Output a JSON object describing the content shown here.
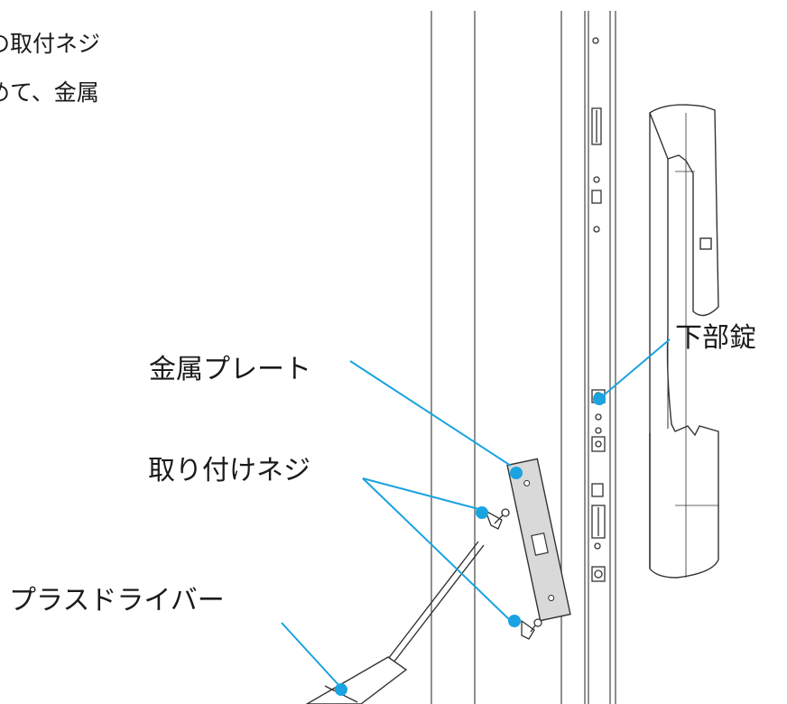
{
  "intro_text": {
    "line1": "の取付ネジ",
    "line2": "めて、金属"
  },
  "labels": {
    "lower_lock": "下部錠",
    "metal_plate": "金属プレート",
    "mounting_screws": "取り付けネジ",
    "phillips_screwdriver": "プラスドライバー"
  },
  "colors": {
    "leader_line": "#1aa3e0",
    "outline": "#333333",
    "text": "#1a1a1a",
    "plate_fill": "#d9d9d9"
  }
}
